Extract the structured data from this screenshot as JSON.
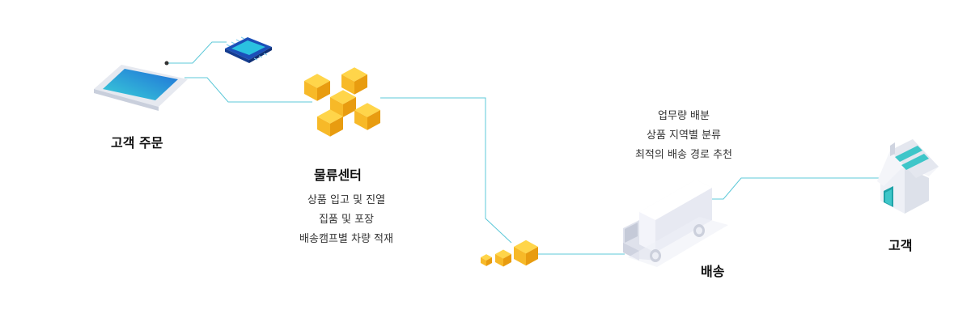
{
  "nodes": {
    "order": {
      "title": "고객 주문"
    },
    "logistics": {
      "title": "물류센터",
      "steps": [
        "상품 입고 및 진열",
        "집품 및 포장",
        "배송캠프별 차량 적재"
      ]
    },
    "delivery": {
      "title": "배송",
      "steps": [
        "업무량 배분",
        "상품 지역별 분류",
        "최적의 배송 경로 추천"
      ]
    },
    "customer": {
      "title": "고객"
    }
  },
  "colors": {
    "line": "#5cc8d8",
    "cube_light": "#ffd54a",
    "cube_mid": "#f7b928",
    "cube_dark": "#e89c10",
    "screen_a": "#3ad0d8",
    "screen_b": "#1f6fd8",
    "chip": "#2a8fe0",
    "truck": "#eef0f7",
    "house_accent": "#3ec6c9"
  },
  "icons": {
    "tablet": "tablet-icon",
    "chip": "chip-icon",
    "cubes": "cube-cluster-icon",
    "small_cubes": "small-cubes-icon",
    "truck": "truck-icon",
    "house": "house-icon"
  }
}
